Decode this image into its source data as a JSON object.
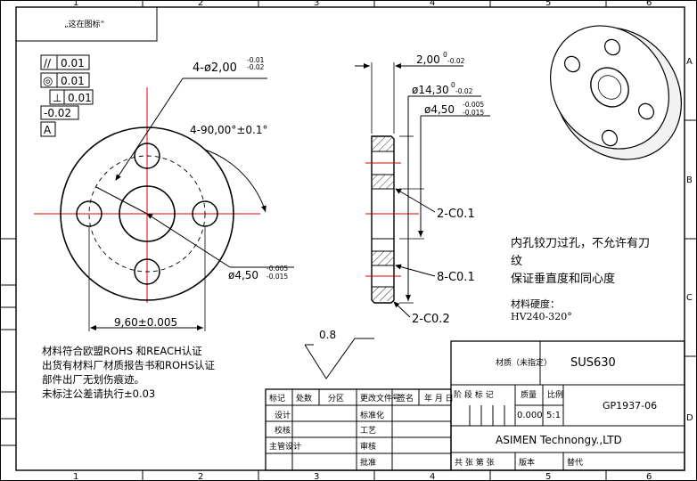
{
  "frame": {
    "col_numbers": [
      "1",
      "2",
      "3",
      "4",
      "5",
      "6"
    ],
    "row_letters": [
      "A",
      "B",
      "C",
      "D"
    ],
    "corner_tag": "„这在图标‟"
  },
  "gdt": {
    "parallelism": "//",
    "parallelism_value": "0.01",
    "concentricity": "◎",
    "concentricity_value": "0.01",
    "perpendicularity": "⊥",
    "perpendicularity_value": "0.01",
    "offset_value": "-0.02",
    "datum": "A"
  },
  "front_view": {
    "small_holes_label": "4-ø2,00",
    "small_holes_tol_upper": "-0.01",
    "small_holes_tol_lower": "-0.02",
    "angle_label": "4-90,00°±0.1°",
    "center_hole_label": "ø4,50",
    "center_hole_tol_upper": "-0.005",
    "center_hole_tol_lower": "-0.015",
    "pcd_label": "9,60±0.005",
    "roughness_value": "0.8"
  },
  "section_view": {
    "thickness_label": "2,00",
    "thickness_tol_upper": "0",
    "thickness_tol_lower": "-0.02",
    "od_label": "ø14,30",
    "od_tol_upper": "0",
    "od_tol_lower": "-0.02",
    "id_label": "ø4,50",
    "id_tol_upper": "-0.005",
    "id_tol_lower": "-0.015",
    "chamfer_1": "2-C0.1",
    "chamfer_2": "8-C0.1",
    "chamfer_3": "2-C0.2"
  },
  "notes_right": {
    "line1": "内孔铰刀过孔，不允许有刀",
    "line2": "纹",
    "line3": "保证垂直度和同心度",
    "hardness_title": "材料硬度：",
    "hardness_value": "HV240-320°"
  },
  "notes_left": {
    "line1": "材料符合欧盟ROHS 和REACH认证",
    "line2": "出货有材料厂材质报告书和ROHS认证",
    "line3": "部件出厂无划伤痕迹。",
    "line4": "未标注公差请执行±0.03"
  },
  "title_block": {
    "material_label": "材质（未指定）",
    "material_value": "SUS630",
    "rev_headers": [
      "标记",
      "处数",
      "分区",
      "更改文件号",
      "签名",
      "年 月 日"
    ],
    "stage_label": "阶 段 标 记",
    "weight_label": "质量",
    "scale_label": "比例",
    "weight_value": "0.000",
    "scale_value": "5:1",
    "drawing_number": "GP1937-06",
    "company": "ASIMEN Technongy.,LTD",
    "design": "设计",
    "standardize": "标准化",
    "check": "校核",
    "process": "工艺",
    "chief_design": "主管设计",
    "review": "审核",
    "approve": "批准",
    "sheets": "共 张  第 张",
    "version": "版本",
    "replace": "替代"
  }
}
